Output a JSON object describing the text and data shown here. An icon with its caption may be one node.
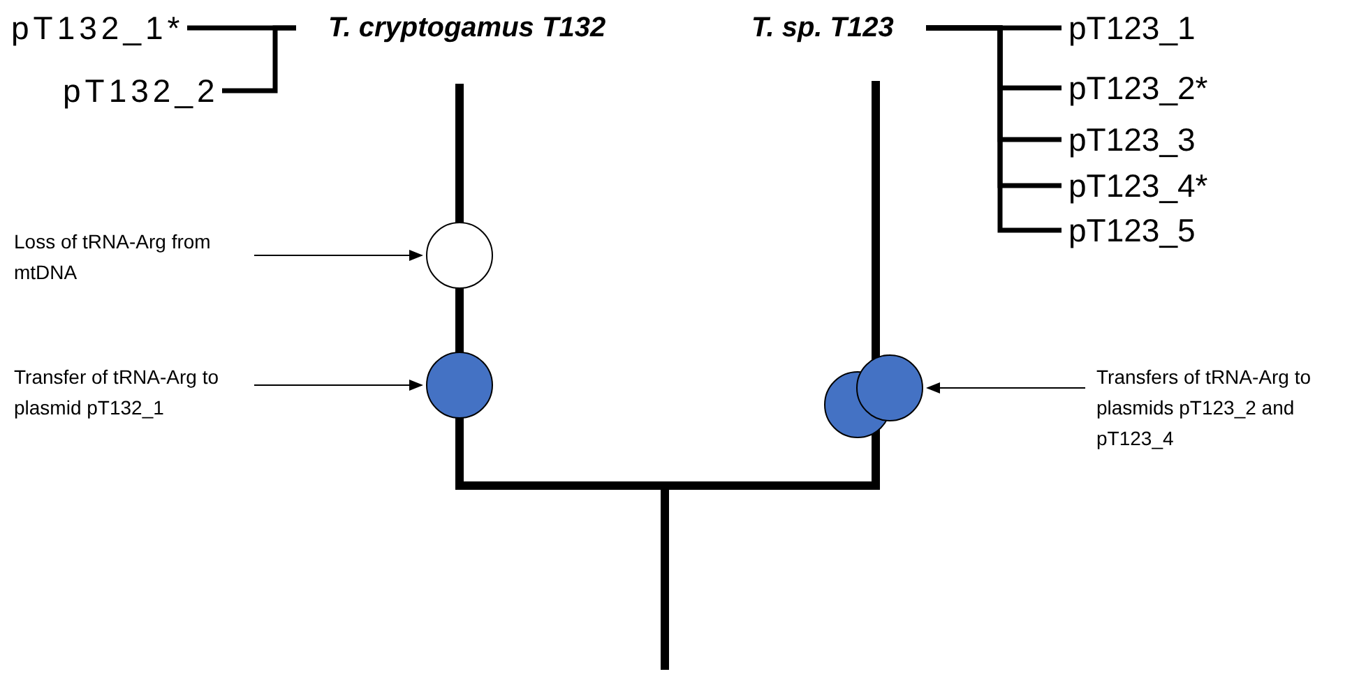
{
  "diagram": {
    "nodes": [
      {
        "text": [
          "pT132_1*"
        ]
      },
      {
        "text": [
          "pT132_2"
        ]
      },
      {
        "text": [
          "T. cryptogamus T132"
        ]
      },
      {
        "text": [
          "T. sp. T123"
        ]
      },
      {
        "text": [
          "pT123_1"
        ]
      },
      {
        "text": [
          "pT123_2*"
        ]
      },
      {
        "text": [
          "pT123_3"
        ]
      },
      {
        "text": [
          "pT123_4*"
        ]
      },
      {
        "text": [
          "pT123_5"
        ]
      },
      {
        "text": [
          "Loss of tRNA-Arg from mtDNA"
        ]
      },
      {
        "text": [],
        "shape": "circle"
      },
      {
        "text": [
          "Transfer of tRNA-Arg to plasmid pT132_1"
        ]
      },
      {
        "text": [],
        "shape": "circle"
      },
      {
        "text": [],
        "shape": "circle"
      },
      {
        "text": [],
        "shape": "circle"
      },
      {
        "text": [
          "Transfers of tRNA-Arg to plasmids pT123_2 and pT123_4"
        ]
      }
    ],
    "edges": [
      {
        "from": 2,
        "to": 0,
        "arrow": "none"
      },
      {
        "from": 2,
        "to": 1,
        "arrow": "none"
      },
      {
        "from": 3,
        "to": 4,
        "arrow": "none"
      },
      {
        "from": 3,
        "to": 5,
        "arrow": "none"
      },
      {
        "from": 3,
        "to": 6,
        "arrow": "none"
      },
      {
        "from": 3,
        "to": 7,
        "arrow": "none"
      },
      {
        "from": 3,
        "to": 8,
        "arrow": "none"
      },
      {
        "from": 9,
        "to": 10,
        "arrow": "to"
      },
      {
        "from": 11,
        "to": 12,
        "arrow": "to"
      },
      {
        "from": 15,
        "to": 14,
        "arrow": "to"
      }
    ]
  }
}
